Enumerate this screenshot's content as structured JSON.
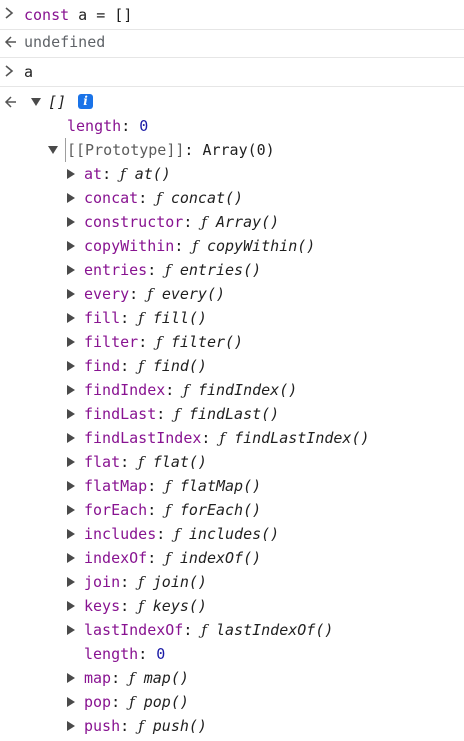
{
  "input1": {
    "text": "const a = []",
    "keyword": "const",
    "rest": " a = []"
  },
  "result1": {
    "text": "undefined"
  },
  "input2": {
    "text": "a"
  },
  "result2": {
    "preview": "[]",
    "info_badge": "i",
    "length_key": "length",
    "length_value": "0",
    "prototype_key": "[[Prototype]]",
    "prototype_value": "Array(0)",
    "methods": [
      {
        "name": "at",
        "func": "at()",
        "expandable": true
      },
      {
        "name": "concat",
        "func": "concat()",
        "expandable": true
      },
      {
        "name": "constructor",
        "func": "Array()",
        "expandable": true
      },
      {
        "name": "copyWithin",
        "func": "copyWithin()",
        "expandable": true
      },
      {
        "name": "entries",
        "func": "entries()",
        "expandable": true
      },
      {
        "name": "every",
        "func": "every()",
        "expandable": true
      },
      {
        "name": "fill",
        "func": "fill()",
        "expandable": true
      },
      {
        "name": "filter",
        "func": "filter()",
        "expandable": true
      },
      {
        "name": "find",
        "func": "find()",
        "expandable": true
      },
      {
        "name": "findIndex",
        "func": "findIndex()",
        "expandable": true
      },
      {
        "name": "findLast",
        "func": "findLast()",
        "expandable": true
      },
      {
        "name": "findLastIndex",
        "func": "findLastIndex()",
        "expandable": true
      },
      {
        "name": "flat",
        "func": "flat()",
        "expandable": true
      },
      {
        "name": "flatMap",
        "func": "flatMap()",
        "expandable": true
      },
      {
        "name": "forEach",
        "func": "forEach()",
        "expandable": true
      },
      {
        "name": "includes",
        "func": "includes()",
        "expandable": true
      },
      {
        "name": "indexOf",
        "func": "indexOf()",
        "expandable": true
      },
      {
        "name": "join",
        "func": "join()",
        "expandable": true
      },
      {
        "name": "keys",
        "func": "keys()",
        "expandable": true
      },
      {
        "name": "lastIndexOf",
        "func": "lastIndexOf()",
        "expandable": true
      },
      {
        "name": "length",
        "value": "0",
        "expandable": false
      },
      {
        "name": "map",
        "func": "map()",
        "expandable": true
      },
      {
        "name": "pop",
        "func": "pop()",
        "expandable": true
      },
      {
        "name": "push",
        "func": "push()",
        "expandable": true
      }
    ]
  },
  "symbols": {
    "function": "ƒ",
    "colon": ":"
  },
  "icons": {
    "input_prompt": "chevron-right-icon",
    "result_prompt": "return-arrow-icon",
    "collapse": "triangle-down-icon",
    "expand": "triangle-right-icon",
    "info": "info-icon"
  },
  "colors": {
    "keyword": "#881391",
    "number": "#1a1aa6",
    "info_badge": "#1a73e8",
    "muted": "#5f6368"
  }
}
